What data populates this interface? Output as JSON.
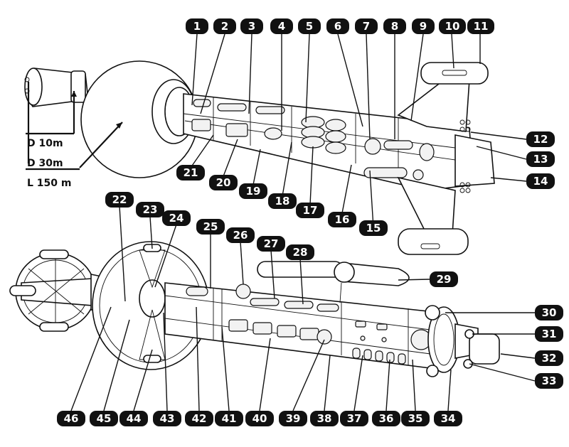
{
  "dimensions": {
    "small_diameter": "D 10m",
    "large_diameter": "D 30m",
    "length": "L 150 m"
  },
  "callouts": [
    "1",
    "2",
    "3",
    "4",
    "5",
    "6",
    "7",
    "8",
    "9",
    "10",
    "11",
    "12",
    "13",
    "14",
    "15",
    "16",
    "17",
    "18",
    "19",
    "20",
    "21",
    "22",
    "23",
    "24",
    "25",
    "26",
    "27",
    "28",
    "29",
    "30",
    "31",
    "32",
    "33",
    "34",
    "35",
    "36",
    "37",
    "38",
    "39",
    "40",
    "41",
    "42",
    "43",
    "44",
    "45",
    "46"
  ],
  "colors": {
    "ink": "#111111",
    "badge": "#111111",
    "paper": "#ffffff"
  }
}
